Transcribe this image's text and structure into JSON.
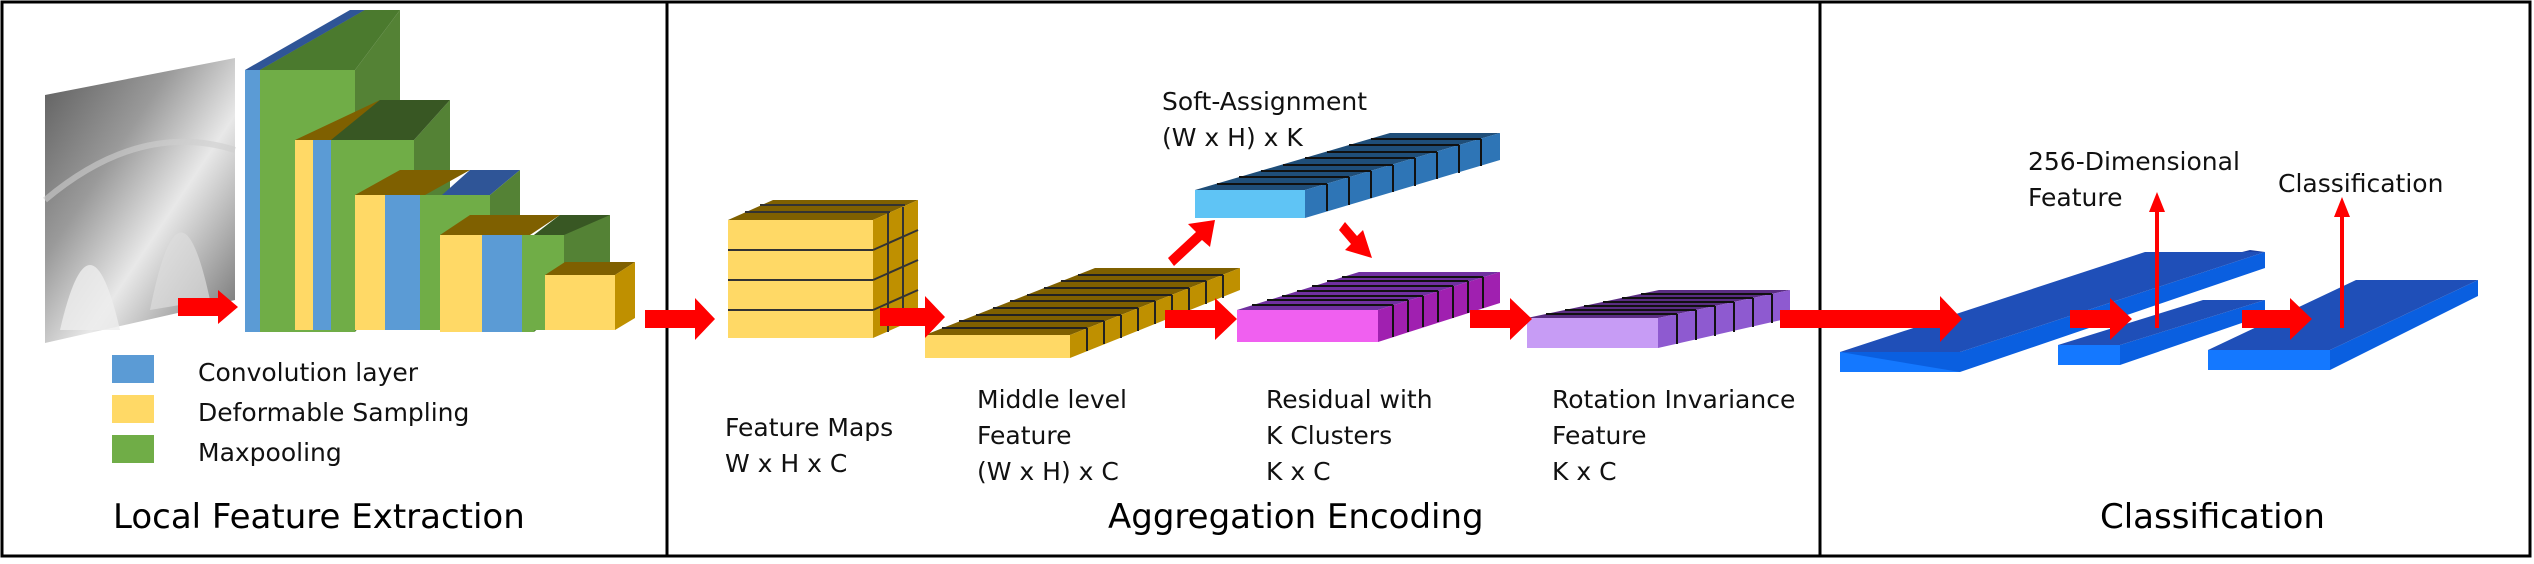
{
  "sections": [
    {
      "title": "Local Feature Extraction"
    },
    {
      "title": "Aggregation Encoding"
    },
    {
      "title": "Classification"
    }
  ],
  "legend": [
    {
      "label": "Convolution layer",
      "color": "#5b9bd5"
    },
    {
      "label": "Deformable Sampling",
      "color": "#ffd966"
    },
    {
      "label": "Maxpooling",
      "color": "#70ad47"
    }
  ],
  "labels": {
    "feature_maps": [
      "Feature Maps",
      "W x H x C"
    ],
    "middle_level": [
      "Middle level",
      "Feature",
      "(W x H) x C"
    ],
    "soft_assignment": [
      "Soft-Assignment",
      "(W x H) x K"
    ],
    "residual": [
      "Residual with",
      "K Clusters",
      "K x C"
    ],
    "rotation": [
      "Rotation Invariance",
      "Feature",
      "K x C"
    ],
    "feature_256": [
      "256-Dimensional",
      "Feature"
    ],
    "classification_out": [
      "Classification"
    ]
  },
  "colors": {
    "arrow": "#ff0000",
    "feature_block": "#ffd966",
    "soft_assignment": "#5fb6e8",
    "residual": "#e553e8",
    "rotation": "#c49bf0",
    "fc_layer": "#0a5fe0",
    "border": "#000000"
  }
}
